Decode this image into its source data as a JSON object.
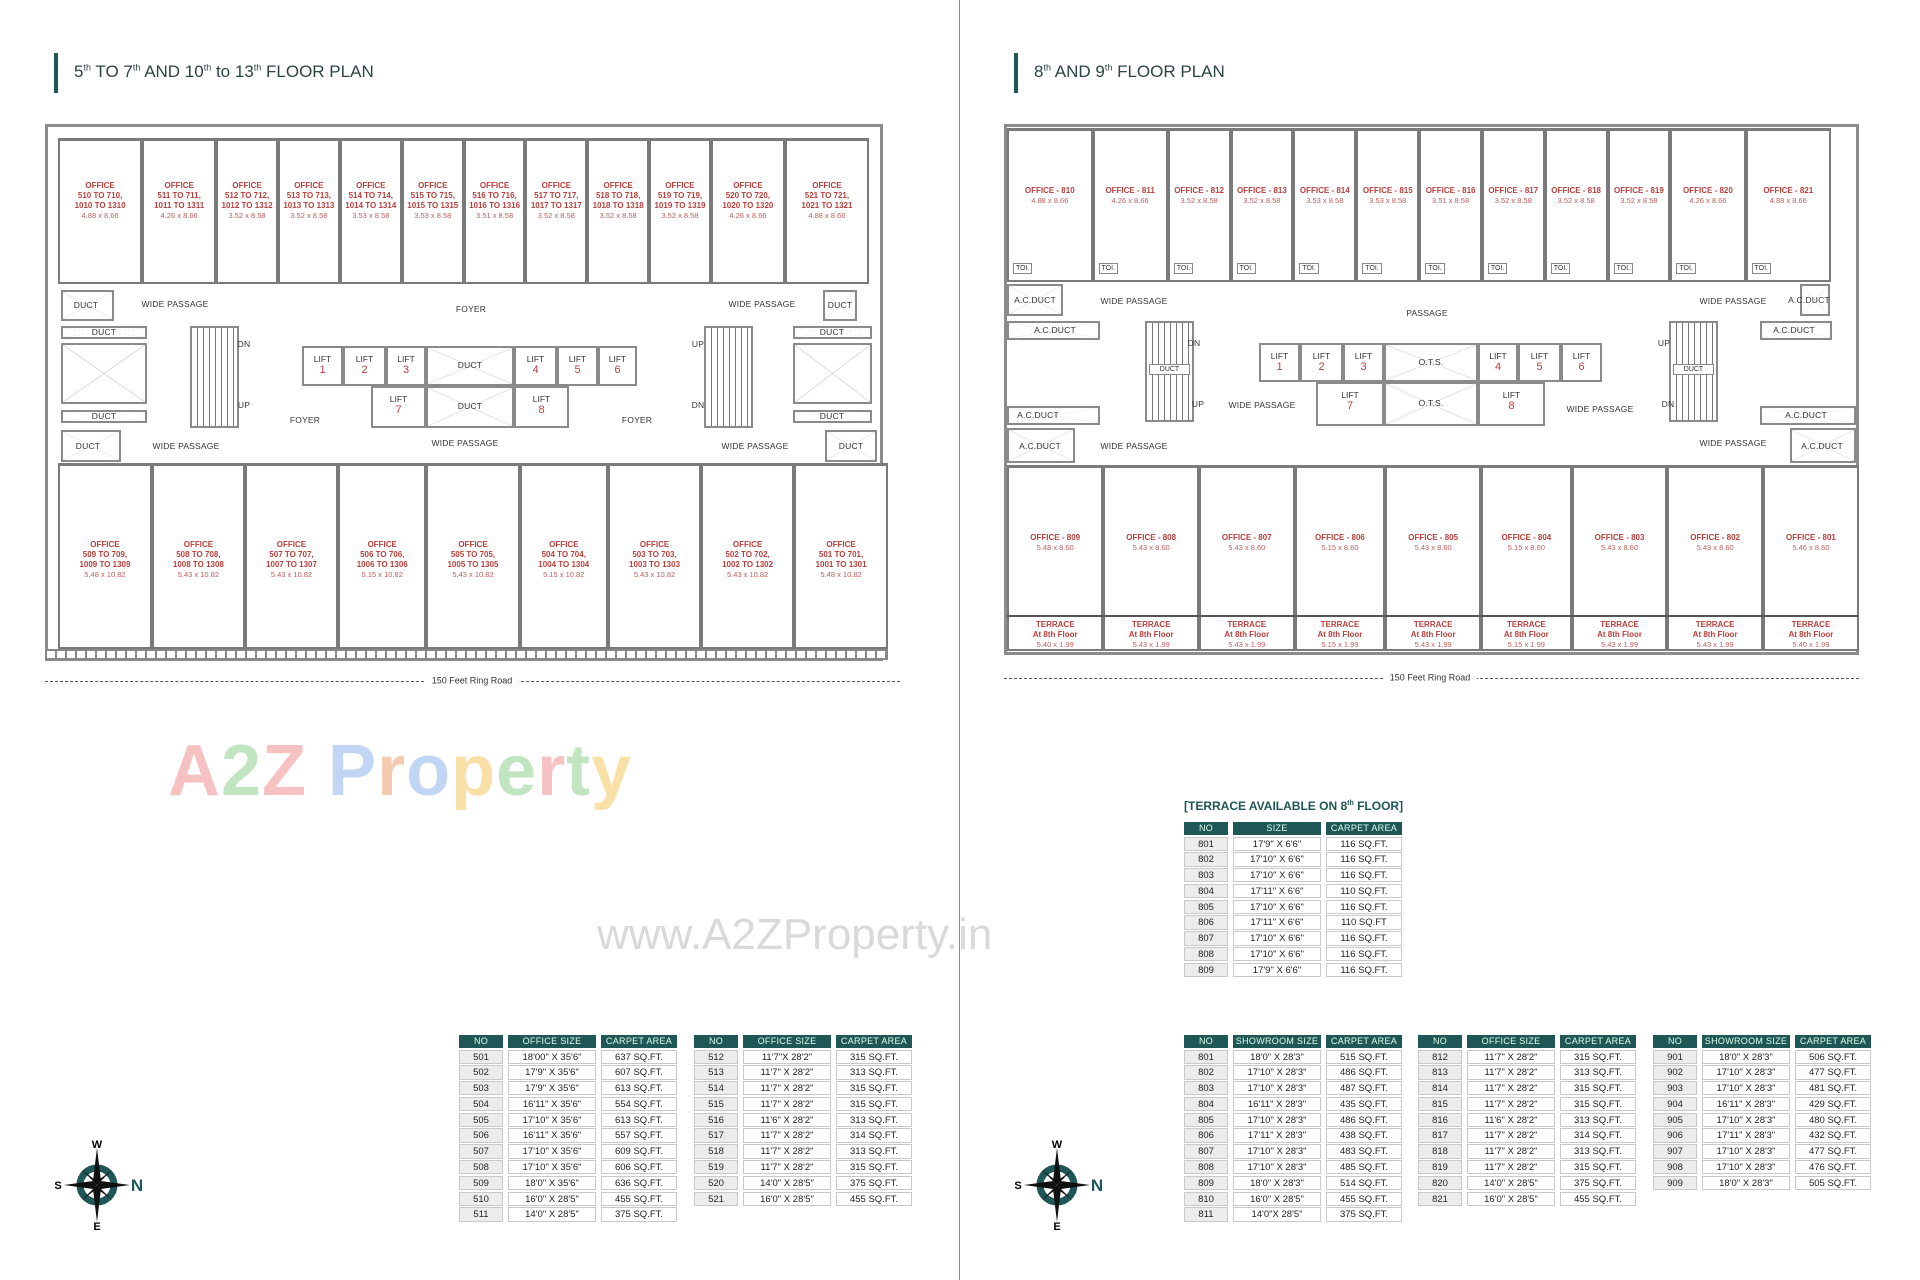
{
  "left_plan": {
    "title": [
      {
        "t": "5",
        "s": "th"
      },
      {
        "t": " TO 7",
        "s": "th"
      },
      {
        "t": " AND 10",
        "s": "th"
      },
      {
        "t": " to 13",
        "s": "th"
      },
      {
        "t": " FLOOR PLAN",
        "s": ""
      }
    ],
    "top_offices": [
      {
        "label": "OFFICE",
        "units": "510 TO 710,",
        "units2": "1010 TO 1310",
        "dim": "4.88 x 8.66",
        "w": 4.88
      },
      {
        "label": "OFFICE",
        "units": "511 TO 711,",
        "units2": "1011 TO 1311",
        "dim": "4.26 x 8.66",
        "w": 4.26
      },
      {
        "label": "OFFICE",
        "units": "512 TO 712,",
        "units2": "1012 TO 1312",
        "dim": "3.52 x 8.58",
        "w": 3.52
      },
      {
        "label": "OFFICE",
        "units": "513 TO 713,",
        "units2": "1013 TO 1313",
        "dim": "3.52 x 8.58",
        "w": 3.52
      },
      {
        "label": "OFFICE",
        "units": "514 TO 714,",
        "units2": "1014 TO 1314",
        "dim": "3.53 x 8.58",
        "w": 3.53
      },
      {
        "label": "OFFICE",
        "units": "515 TO 715,",
        "units2": "1015 TO 1315",
        "dim": "3.53 x 8.58",
        "w": 3.53
      },
      {
        "label": "OFFICE",
        "units": "516 TO 716,",
        "units2": "1016 TO 1316",
        "dim": "3.51 x 8.58",
        "w": 3.51
      },
      {
        "label": "OFFICE",
        "units": "517 TO 717,",
        "units2": "1017 TO 1317",
        "dim": "3.52 x 8.58",
        "w": 3.52
      },
      {
        "label": "OFFICE",
        "units": "518 TO 718,",
        "units2": "1018 TO 1318",
        "dim": "3.52 x 8.58",
        "w": 3.52
      },
      {
        "label": "OFFICE",
        "units": "519 TO 719,",
        "units2": "1019 TO 1319",
        "dim": "3.52 x 8.58",
        "w": 3.52
      },
      {
        "label": "OFFICE",
        "units": "520 TO 720,",
        "units2": "1020 TO 1320",
        "dim": "4.26 x 8.66",
        "w": 4.26
      },
      {
        "label": "OFFICE",
        "units": "521 TO 721,",
        "units2": "1021 TO 1321",
        "dim": "4.88 x 8.66",
        "w": 4.88
      }
    ],
    "bottom_offices": [
      {
        "label": "OFFICE",
        "units": "509 TO 709,",
        "units2": "1009 TO 1309",
        "dim": "5.48 x 10.82",
        "w": 5.48
      },
      {
        "label": "OFFICE",
        "units": "508 TO 708,",
        "units2": "1008 TO 1308",
        "dim": "5.43 x 10.82",
        "w": 5.43
      },
      {
        "label": "OFFICE",
        "units": "507 TO 707,",
        "units2": "1007 TO 1307",
        "dim": "5.43 x 10.82",
        "w": 5.43
      },
      {
        "label": "OFFICE",
        "units": "506 TO 706,",
        "units2": "1006 TO 1306",
        "dim": "5.15 x 10.82",
        "w": 5.15
      },
      {
        "label": "OFFICE",
        "units": "505 TO 705,",
        "units2": "1005 TO 1305",
        "dim": "5.43 x 10.82",
        "w": 5.43
      },
      {
        "label": "OFFICE",
        "units": "504 TO 704,",
        "units2": "1004 TO 1304",
        "dim": "5.15 x 10.82",
        "w": 5.15
      },
      {
        "label": "OFFICE",
        "units": "503 TO 703,",
        "units2": "1003 TO 1303",
        "dim": "5.43 x 10.82",
        "w": 5.43
      },
      {
        "label": "OFFICE",
        "units": "502 TO 702,",
        "units2": "1002 TO 1302",
        "dim": "5.43 x 10.82",
        "w": 5.43
      },
      {
        "label": "OFFICE",
        "units": "501 TO 701,",
        "units2": "1001 TO 1301",
        "dim": "5.48 x 10.82",
        "w": 5.48
      }
    ],
    "labels": {
      "duct": "DUCT",
      "wide_passage": "WIDE PASSAGE",
      "foyer": "FOYER",
      "up": "UP",
      "dn": "DN",
      "lift": "LIFT"
    },
    "lifts": [
      "1",
      "2",
      "3",
      "4",
      "5",
      "6",
      "7",
      "8"
    ],
    "road": "150 Feet Ring Road"
  },
  "right_plan": {
    "title": [
      {
        "t": "8",
        "s": "th"
      },
      {
        "t": " AND 9",
        "s": "th"
      },
      {
        "t": " FLOOR PLAN",
        "s": ""
      }
    ],
    "top_offices": [
      {
        "label": "OFFICE - 810",
        "dim": "4.88 x 8.66",
        "w": 4.88
      },
      {
        "label": "OFFICE - 811",
        "dim": "4.26 x 8.66",
        "w": 4.26
      },
      {
        "label": "OFFICE - 812",
        "dim": "3.52 x 8.58",
        "w": 3.52
      },
      {
        "label": "OFFICE - 813",
        "dim": "3.52 x 8.58",
        "w": 3.52
      },
      {
        "label": "OFFICE - 814",
        "dim": "3.53 x 8.58",
        "w": 3.53
      },
      {
        "label": "OFFICE - 815",
        "dim": "3.53 x 8.58",
        "w": 3.53
      },
      {
        "label": "OFFICE - 816",
        "dim": "3.51 x 8.58",
        "w": 3.51
      },
      {
        "label": "OFFICE - 817",
        "dim": "3.52 x 8.58",
        "w": 3.52
      },
      {
        "label": "OFFICE - 818",
        "dim": "3.52 x 8.58",
        "w": 3.52
      },
      {
        "label": "OFFICE - 819",
        "dim": "3.52 x 8.58",
        "w": 3.52
      },
      {
        "label": "OFFICE - 820",
        "dim": "4.26 x 8.66",
        "w": 4.26
      },
      {
        "label": "OFFICE - 821",
        "dim": "4.88 x 8.66",
        "w": 4.88
      }
    ],
    "bottom_offices": [
      {
        "label": "OFFICE - 809",
        "dim": "5.48 x 8.60",
        "terrace": "5.40 x 1.99",
        "w": 5.48
      },
      {
        "label": "OFFICE - 808",
        "dim": "5.43 x 8.60",
        "terrace": "5.43 x 1.99",
        "w": 5.43
      },
      {
        "label": "OFFICE - 807",
        "dim": "5.43 x 8.60",
        "terrace": "5.43 x 1.99",
        "w": 5.43
      },
      {
        "label": "OFFICE - 806",
        "dim": "5.15 x 8.60",
        "terrace": "5.15 x 1.99",
        "w": 5.15
      },
      {
        "label": "OFFICE - 805",
        "dim": "5.43 x 8.60",
        "terrace": "5.43 x 1.99",
        "w": 5.43
      },
      {
        "label": "OFFICE - 804",
        "dim": "5.15 x 8.60",
        "terrace": "5.15 x 1.99",
        "w": 5.15
      },
      {
        "label": "OFFICE - 803",
        "dim": "5.43 x 8.60",
        "terrace": "5.43 x 1.99",
        "w": 5.43
      },
      {
        "label": "OFFICE - 802",
        "dim": "5.43 x 8.60",
        "terrace": "5.43 x 1.99",
        "w": 5.43
      },
      {
        "label": "OFFICE - 801",
        "dim": "5.46 x 8.60",
        "terrace": "5.40 x 1.99",
        "w": 5.46
      }
    ],
    "labels": {
      "ac_duct": "A.C.DUCT",
      "duct": "DUCT",
      "wide_passage": "WIDE PASSAGE",
      "passage": "PASSAGE",
      "ots": "O.T.S.",
      "up": "UP",
      "dn": "DN",
      "lift": "LIFT",
      "toi": "TOI.",
      "terrace": "TERRACE",
      "terrace_sub": "At 8th Floor"
    },
    "lifts": [
      "1",
      "2",
      "3",
      "4",
      "5",
      "6",
      "7",
      "8"
    ],
    "road": "150 Feet Ring Road"
  },
  "watermark": {
    "logo": "A2Z Property",
    "letter_colors": [
      "#f08f8f",
      "#8fcf8f",
      "#f08f8f",
      "#ffffff",
      "#8fb4ee",
      "#f0a070",
      "#8fb4ee",
      "#f5c860",
      "#8fcf8f",
      "#f08f8f",
      "#8fcf8f",
      "#f5c860"
    ],
    "url": "www.A2ZProperty.in"
  },
  "compass": {
    "w": "W",
    "s": "S",
    "n": "N",
    "e": "E"
  },
  "tables": {
    "left_a": {
      "headers": [
        "NO",
        "OFFICE  SIZE",
        "CARPET AREA"
      ],
      "rows": [
        [
          "501",
          "18'00\" X 35'6\"",
          "637 SQ.FT."
        ],
        [
          "502",
          "17'9\" X 35'6\"",
          "607 SQ.FT."
        ],
        [
          "503",
          "17'9\" X 35'6\"",
          "613 SQ.FT."
        ],
        [
          "504",
          "16'11\" X 35'6\"",
          "554 SQ.FT."
        ],
        [
          "505",
          "17'10\" X 35'6\"",
          "613 SQ.FT."
        ],
        [
          "506",
          "16'11\" X 35'6\"",
          "557 SQ.FT."
        ],
        [
          "507",
          "17'10\" X 35'6\"",
          "609 SQ.FT."
        ],
        [
          "508",
          "17'10\" X 35'6\"",
          "606 SQ.FT."
        ],
        [
          "509",
          "18'0\" X 35'6\"",
          "636 SQ.FT."
        ],
        [
          "510",
          "16'0\" X 28'5\"",
          "455 SQ.FT."
        ],
        [
          "511",
          "14'0\" X 28'5\"",
          "375 SQ.FT."
        ]
      ]
    },
    "left_b": {
      "headers": [
        "NO",
        "OFFICE  SIZE",
        "CARPET AREA"
      ],
      "rows": [
        [
          "512",
          "11'7\"X 28'2\"",
          "315 SQ.FT."
        ],
        [
          "513",
          "11'7\" X 28'2\"",
          "313 SQ.FT."
        ],
        [
          "514",
          "11'7\" X 28'2\"",
          "315 SQ.FT."
        ],
        [
          "515",
          "11'7\" X 28'2\"",
          "315 SQ.FT."
        ],
        [
          "516",
          "11'6\" X 28'2\"",
          "313 SQ.FT."
        ],
        [
          "517",
          "11'7\" X 28'2\"",
          "314 SQ.FT."
        ],
        [
          "518",
          "11'7\" X 28'2\"",
          "313 SQ.FT."
        ],
        [
          "519",
          "11'7\" X 28'2\"",
          "315 SQ.FT."
        ],
        [
          "520",
          "14'0\" X 28'5\"",
          "375 SQ.FT."
        ],
        [
          "521",
          "16'0\" X 28'5\"",
          "455 SQ.FT."
        ]
      ]
    },
    "terrace": {
      "title_pre": "[TERRACE AVAILABLE ON 8",
      "title_sup": "th",
      "title_post": " FLOOR]",
      "headers": [
        "NO",
        "SIZE",
        "CARPET AREA"
      ],
      "rows": [
        [
          "801",
          "17'9\" X 6'6\"",
          "116 SQ.FT."
        ],
        [
          "802",
          "17'10\" X 6'6\"",
          "116 SQ.FT."
        ],
        [
          "803",
          "17'10\" X 6'6\"",
          "116 SQ.FT."
        ],
        [
          "804",
          "17'11\" X 6'6\"",
          "110 SQ.FT."
        ],
        [
          "805",
          "17'10\" X 6'6\"",
          "116 SQ.FT."
        ],
        [
          "806",
          "17'11\" X 6'6\"",
          "110 SQ.FT"
        ],
        [
          "807",
          "17'10\" X 6'6\"",
          "116 SQ.FT."
        ],
        [
          "808",
          "17'10\" X 6'6\"",
          "116 SQ.FT."
        ],
        [
          "809",
          "17'9\" X 6'6\"",
          "116 SQ.FT."
        ]
      ]
    },
    "right_a": {
      "headers": [
        "NO",
        "SHOWROOM SIZE",
        "CARPET AREA"
      ],
      "rows": [
        [
          "801",
          "18'0\" X 28'3\"",
          "515 SQ.FT."
        ],
        [
          "802",
          "17'10\" X 28'3\"",
          "486 SQ.FT."
        ],
        [
          "803",
          "17'10\" X 28'3\"",
          "487 SQ.FT."
        ],
        [
          "804",
          "16'11\" X 28'3\"",
          "435 SQ.FT."
        ],
        [
          "805",
          "17'10\" X 28'3\"",
          "486 SQ.FT."
        ],
        [
          "806",
          "17'11\" X 28'3\"",
          "438 SQ.FT."
        ],
        [
          "807",
          "17'10\" X 28'3\"",
          "483 SQ.FT."
        ],
        [
          "808",
          "17'10\" X 28'3\"",
          "485 SQ.FT."
        ],
        [
          "809",
          "18'0\" X 28'3\"",
          "514 SQ.FT."
        ],
        [
          "810",
          "16'0\" X 28'5\"",
          "455 SQ.FT."
        ],
        [
          "811",
          "14'0\"X 28'5\"",
          "375 SQ.FT."
        ]
      ]
    },
    "right_b": {
      "headers": [
        "NO",
        "OFFICE SIZE",
        "CARPET AREA"
      ],
      "rows": [
        [
          "812",
          "11'7\" X 28'2\"",
          "315 SQ.FT."
        ],
        [
          "813",
          "11'7\" X 28'2\"",
          "313 SQ.FT."
        ],
        [
          "814",
          "11'7\" X 28'2\"",
          "315 SQ.FT."
        ],
        [
          "815",
          "11'7\" X 28'2\"",
          "315 SQ.FT."
        ],
        [
          "816",
          "11'6\" X 28'2\"",
          "313 SQ.FT."
        ],
        [
          "817",
          "11'7\" X 28'2\"",
          "314 SQ.FT."
        ],
        [
          "818",
          "11'7\" X 28'2\"",
          "313 SQ.FT."
        ],
        [
          "819",
          "11'7\" X 28'2\"",
          "315 SQ.FT."
        ],
        [
          "820",
          "14'0\" X 28'5\"",
          "375 SQ.FT."
        ],
        [
          "821",
          "16'0\" X 28'5\"",
          "455 SQ.FT."
        ]
      ]
    },
    "right_c": {
      "headers": [
        "NO",
        "SHOWROOM SIZE",
        "CARPET AREA"
      ],
      "rows": [
        [
          "901",
          "18'0\" X 28'3\"",
          "506 SQ.FT."
        ],
        [
          "902",
          "17'10\" X 28'3\"",
          "477 SQ.FT."
        ],
        [
          "903",
          "17'10\" X 28'3\"",
          "481 SQ.FT."
        ],
        [
          "904",
          "16'11\" X 28'3\"",
          "429 SQ.FT."
        ],
        [
          "905",
          "17'10\" X 28'3\"",
          "480 SQ.FT."
        ],
        [
          "906",
          "17'11\" X 28'3\"",
          "432 SQ.FT."
        ],
        [
          "907",
          "17'10\" X 28'3\"",
          "477 SQ.FT."
        ],
        [
          "908",
          "17'10\" X 28'3\"",
          "476 SQ.FT."
        ],
        [
          "909",
          "18'0\" X 28'3\"",
          "505 SQ.FT."
        ]
      ]
    }
  },
  "colors": {
    "accent": "#1f5656",
    "unit_label": "#b8403c"
  }
}
